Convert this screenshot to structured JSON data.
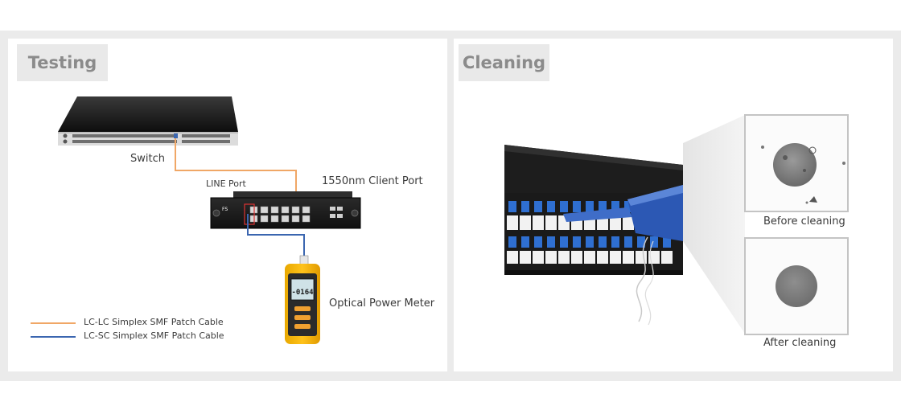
{
  "sections": {
    "testing": "Testing",
    "cleaning": "Cleaning"
  },
  "testing": {
    "switch_label": "Switch",
    "line_port_label": "LINE Port",
    "client_port_label": "1550nm Client Port",
    "meter_label": "Optical Power Meter",
    "meter_display": "-0164",
    "device_logo": "FS",
    "legend": [
      {
        "label": "LC-LC Simplex SMF Patch Cable",
        "color": "#f0a766"
      },
      {
        "label": "LC-SC Simplex SMF Patch Cable",
        "color": "#3b66b0"
      }
    ]
  },
  "cleaning": {
    "before_label": "Before cleaning",
    "after_label": "After cleaning"
  }
}
